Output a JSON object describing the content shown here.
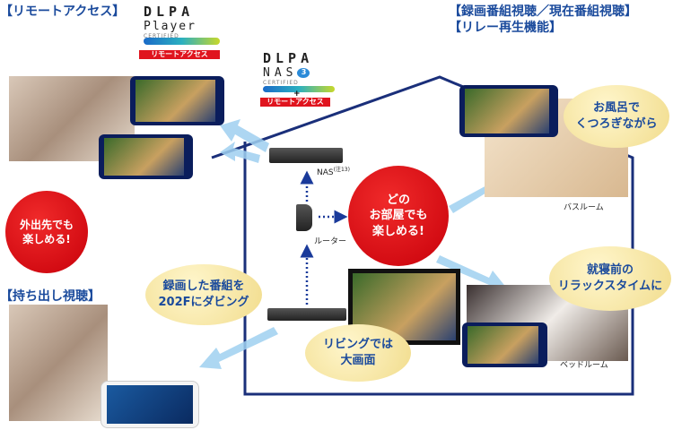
{
  "titles": {
    "remote": "【リモートアクセス】",
    "relay_1": "【録画番組視聴／現在番組視聴】",
    "relay_2": "【リレー再生機能】",
    "takeout": "【持ち出し視聴】"
  },
  "logos": {
    "player": {
      "line1": "DLPA",
      "line2": "Player",
      "certified": "CERTIFIED",
      "tag": "リモートアクセス"
    },
    "nas": {
      "line1": "DLPA",
      "line2": "NAS",
      "badge": "3",
      "certified": "CERTIFIED",
      "plus": "+",
      "tag": "リモートアクセス"
    }
  },
  "bubbles": {
    "outside": "外出先でも\n楽しめる!",
    "any_room": "どの\nお部屋でも\n楽しめる!",
    "bath": "お風呂で\nくつろぎながら",
    "bedtime": "就寝前の\nリラックスタイムに",
    "dubbing": "録画した番組を\n202Fにダビング",
    "living": "リビングでは\n大画面"
  },
  "labels": {
    "nas": "NAS",
    "nas_note": "(注13)",
    "router": "ルーター",
    "bathroom": "バスルーム",
    "bedroom": "ベッドルーム"
  },
  "colors": {
    "title": "#1a4a9c",
    "red": "#e0141e",
    "house": "#1a2f7a",
    "arrow": "#8ec5ec"
  }
}
